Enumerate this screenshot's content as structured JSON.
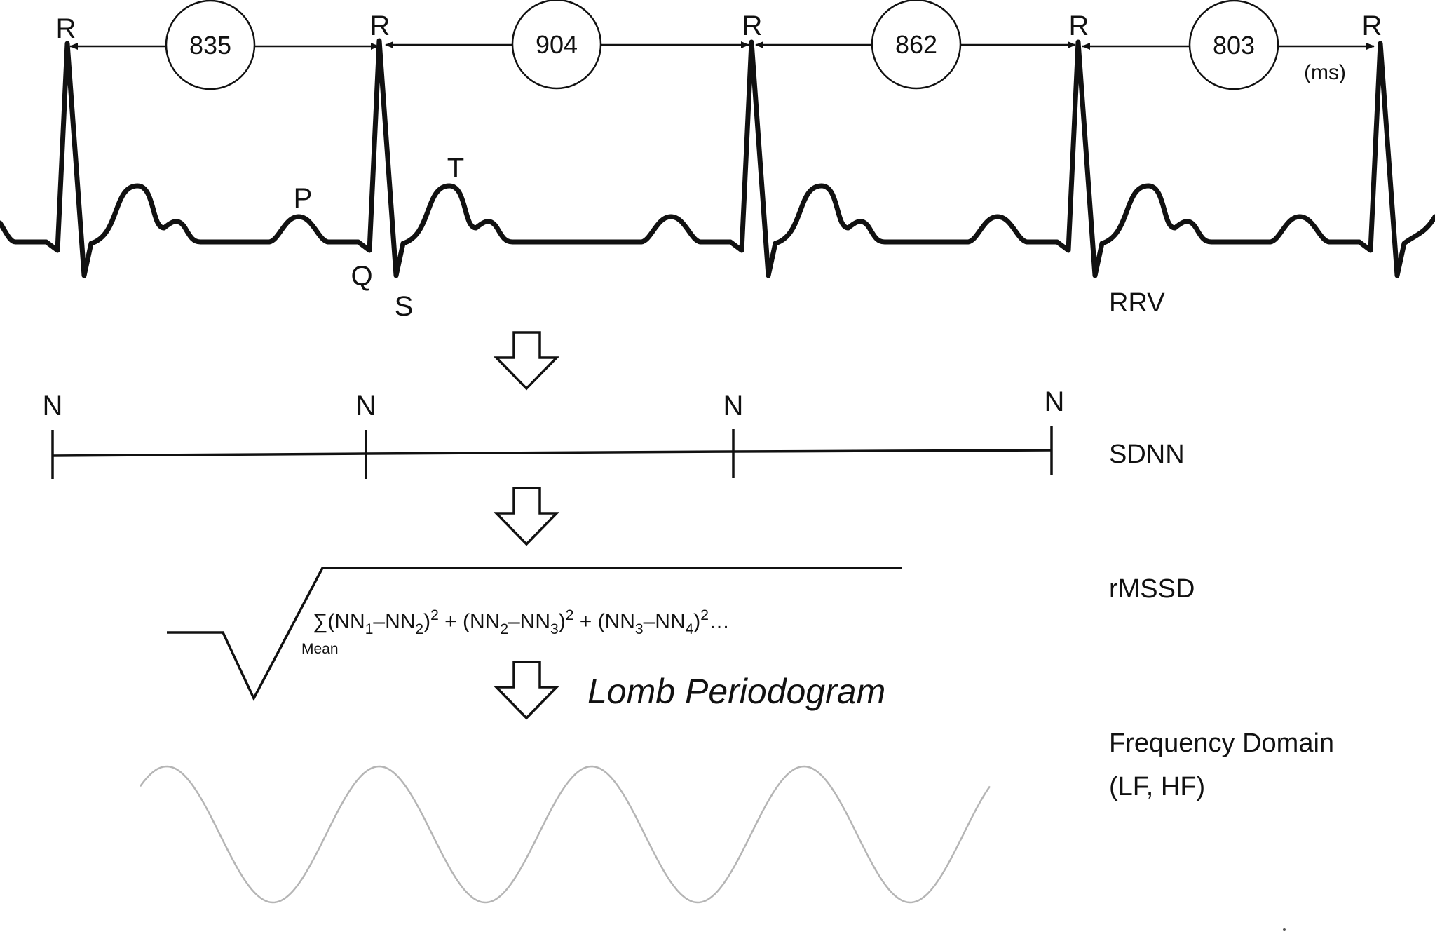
{
  "ecg": {
    "r_label": "R",
    "p_label": "P",
    "q_label": "Q",
    "s_label": "S",
    "t_label": "T",
    "rr_intervals": [
      "835",
      "904",
      "862",
      "803"
    ],
    "unit": "(ms)"
  },
  "nn": {
    "label": "N"
  },
  "formula": {
    "sum": "∑",
    "mean": "Mean",
    "terms": [
      {
        "a": "1",
        "b": "2"
      },
      {
        "a": "2",
        "b": "3"
      },
      {
        "a": "3",
        "b": "4"
      }
    ],
    "trail": "…"
  },
  "methods": {
    "rrv": "RRV",
    "sdnn": "SDNN",
    "rmssd": "rMSSD",
    "freq_line1": "Frequency Domain",
    "freq_line2": "(LF, HF)",
    "lomb": "Lomb Periodogram"
  }
}
